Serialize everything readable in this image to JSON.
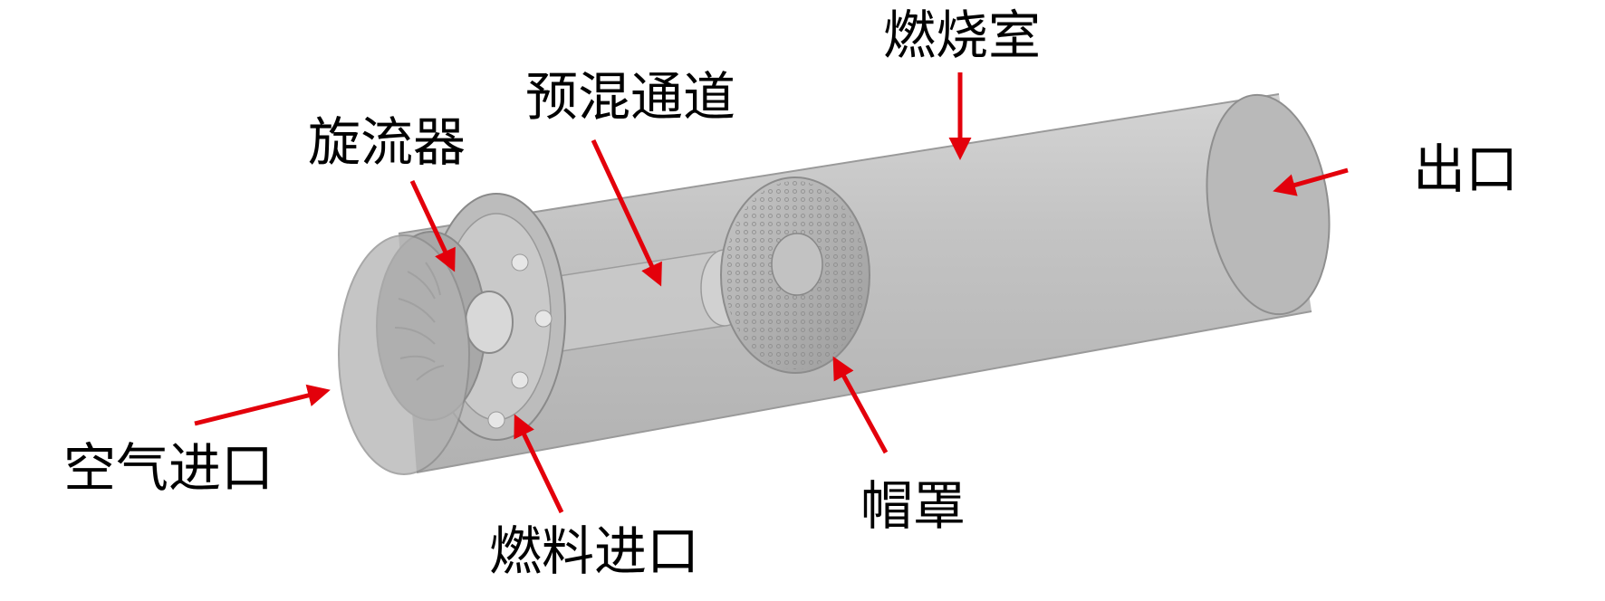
{
  "labels": {
    "combustion_chamber": "燃烧室",
    "premix_channel": "预混通道",
    "swirler": "旋流器",
    "outlet": "出口",
    "air_inlet": "空气进口",
    "fuel_inlet": "燃料进口",
    "cap_shroud": "帽罩"
  },
  "colors": {
    "arrow": "#e3000b",
    "body": "#b4b4b4",
    "edge": "#8f8f8f"
  }
}
